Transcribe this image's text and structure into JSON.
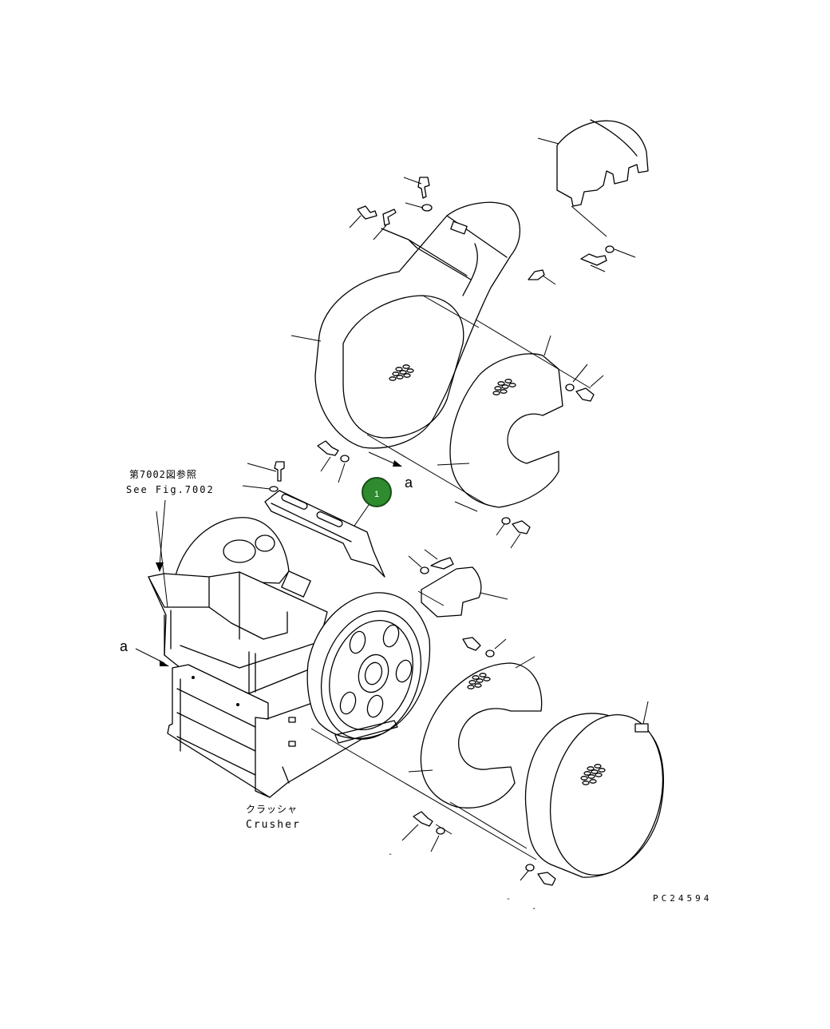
{
  "callout": {
    "number": "1",
    "color": "#2e8b2e"
  },
  "labels": {
    "see_fig_jp": "第7002図参照",
    "see_fig_en": "See Fig.7002",
    "crusher_jp": "クラッシャ",
    "crusher_en": "Crusher",
    "arrow_a_top": "a",
    "arrow_a_left": "a",
    "figure_code": "PC24594",
    "dash_1": "-",
    "dash_2": "-",
    "dash_3": "-"
  },
  "icons": [
    "callout-circle",
    "arrow-a-icon",
    "bolt-icon",
    "washer-icon"
  ]
}
